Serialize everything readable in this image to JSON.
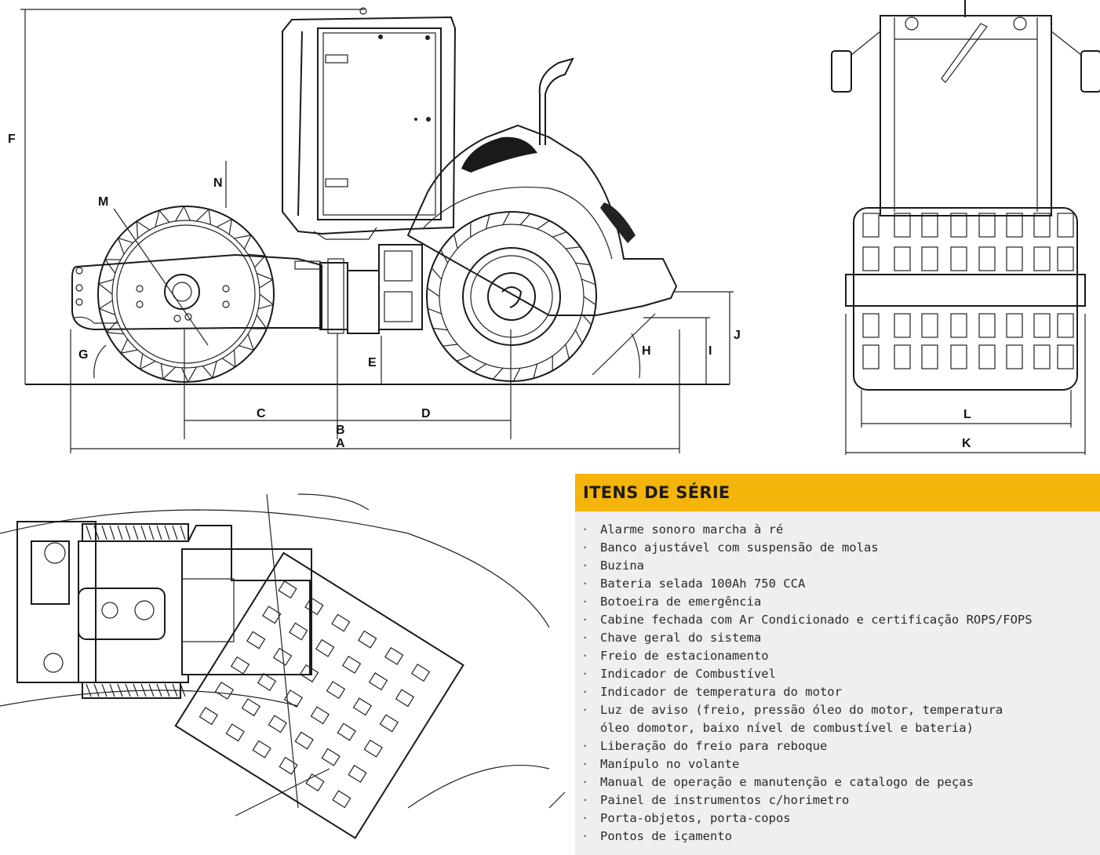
{
  "dimension_labels": {
    "A": "A",
    "B": "B",
    "C": "C",
    "D": "D",
    "E": "E",
    "F": "F",
    "G": "G",
    "H": "H",
    "I": "I",
    "J": "J",
    "K": "K",
    "L": "L",
    "M": "M",
    "N": "N"
  },
  "features_panel": {
    "title": "ITENS DE SÉRIE",
    "bullet": "·",
    "accent_color": "#f5b40a",
    "items": [
      "Alarme sonoro marcha à ré",
      "Banco ajustável com suspensão de molas",
      "Buzina",
      "Bateria selada 100Ah 750 CCA",
      "Botoeira de emergência",
      "Cabine fechada com Ar Condicionado e certificação ROPS/FOPS",
      "Chave geral do sistema",
      "Freio de estacionamento",
      "Indicador de Combustível",
      "Indicador de temperatura do motor",
      "Luz de aviso (freio, pressão óleo do motor, temperatura\nóleo domotor, baixo nível de combustível e bateria)",
      "Liberação do freio para reboque",
      "Manípulo no volante",
      "Manual de operação e manutenção e catalogo de peças",
      "Painel de instrumentos c/horimetro",
      "Porta-objetos, porta-copos",
      "Pontos de içamento"
    ]
  }
}
